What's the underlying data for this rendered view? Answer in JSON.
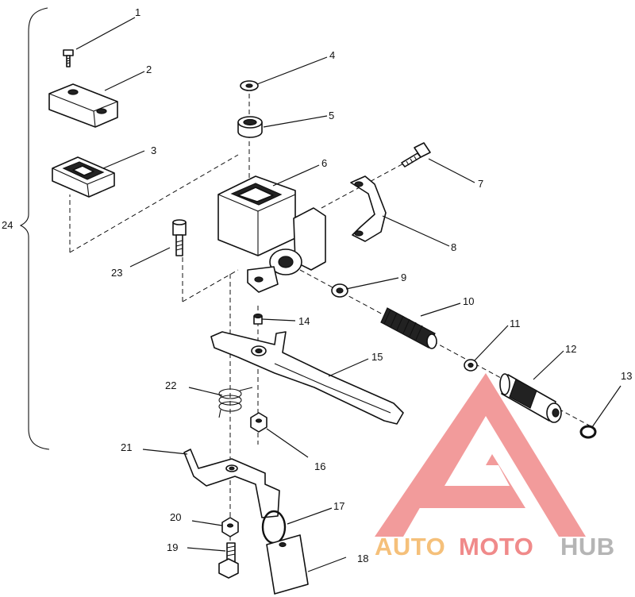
{
  "diagram": {
    "callouts": [
      {
        "id": "1",
        "label": "1"
      },
      {
        "id": "2",
        "label": "2"
      },
      {
        "id": "3",
        "label": "3"
      },
      {
        "id": "4",
        "label": "4"
      },
      {
        "id": "5",
        "label": "5"
      },
      {
        "id": "6",
        "label": "6"
      },
      {
        "id": "7",
        "label": "7"
      },
      {
        "id": "8",
        "label": "8"
      },
      {
        "id": "9",
        "label": "9"
      },
      {
        "id": "10",
        "label": "10"
      },
      {
        "id": "11",
        "label": "11"
      },
      {
        "id": "12",
        "label": "12"
      },
      {
        "id": "13",
        "label": "13"
      },
      {
        "id": "14",
        "label": "14"
      },
      {
        "id": "15",
        "label": "15"
      },
      {
        "id": "16",
        "label": "16"
      },
      {
        "id": "17",
        "label": "17"
      },
      {
        "id": "18",
        "label": "18"
      },
      {
        "id": "19",
        "label": "19"
      },
      {
        "id": "20",
        "label": "20"
      },
      {
        "id": "21",
        "label": "21"
      },
      {
        "id": "22",
        "label": "22"
      },
      {
        "id": "23",
        "label": "23"
      },
      {
        "id": "24",
        "label": "24"
      }
    ]
  },
  "watermark": {
    "word_1": "AUTO",
    "word_2": "MOTO",
    "word_3": "HUB",
    "colors": {
      "auto": "#f5c07a",
      "moto": "#f08a8a",
      "hub": "#b5b5b5",
      "triangle": "#f08a8a"
    }
  }
}
